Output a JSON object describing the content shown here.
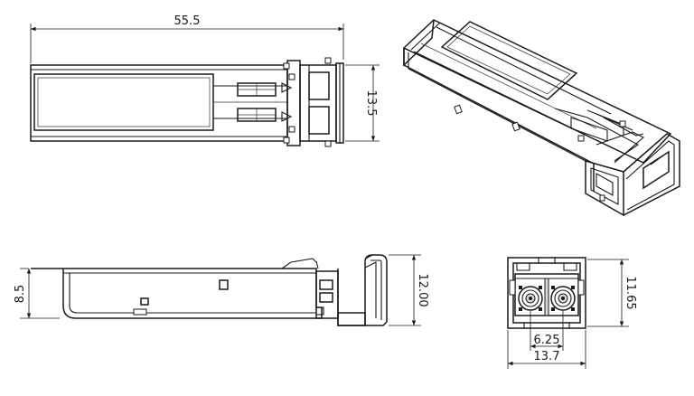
{
  "dimensions": {
    "length": "55.5",
    "width_top": "13.5",
    "height_side": "8.5",
    "height_front_outer": "12.00",
    "height_front": "11.65",
    "pitch": "6.25",
    "width_front": "13.7"
  }
}
